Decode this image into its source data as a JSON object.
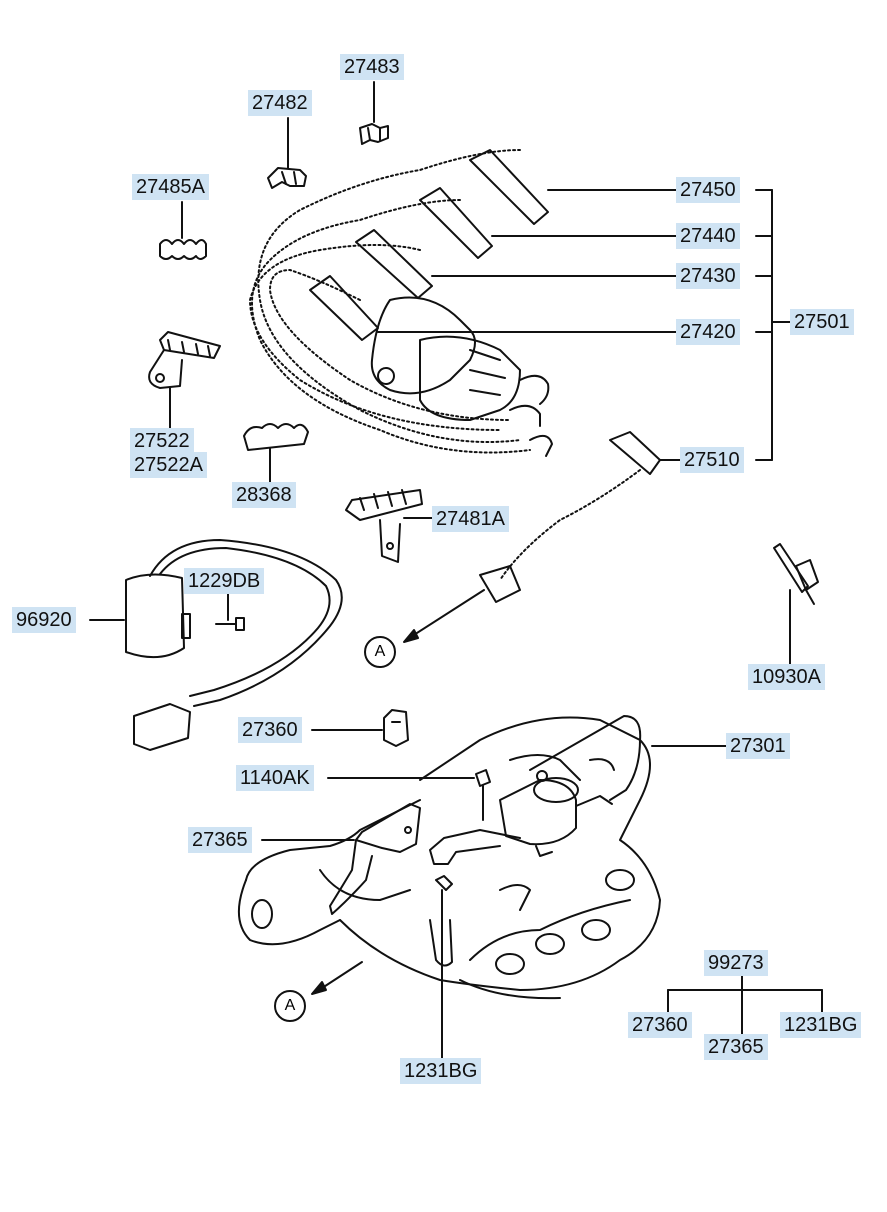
{
  "parts": {
    "p27483": "27483",
    "p27482": "27482",
    "p27485A": "27485A",
    "p27450": "27450",
    "p27440": "27440",
    "p27430": "27430",
    "p27420": "27420",
    "p27501": "27501",
    "p27510": "27510",
    "p27522": "27522",
    "p27522A": "27522A",
    "p28368": "28368",
    "p27481A": "27481A",
    "p1229DB": "1229DB",
    "p96920": "96920",
    "p10930A": "10930A",
    "p27360": "27360",
    "p27301": "27301",
    "p1140AK": "1140AK",
    "p27365": "27365",
    "p99273": "99273",
    "p27360b": "27360",
    "p1231BGb": "1231BG",
    "p27365b": "27365",
    "p1231BG": "1231BG"
  },
  "markers": {
    "a1": "A",
    "a2": "A"
  },
  "colors": {
    "label_highlight": "#cfe3f3",
    "line": "#111111"
  }
}
